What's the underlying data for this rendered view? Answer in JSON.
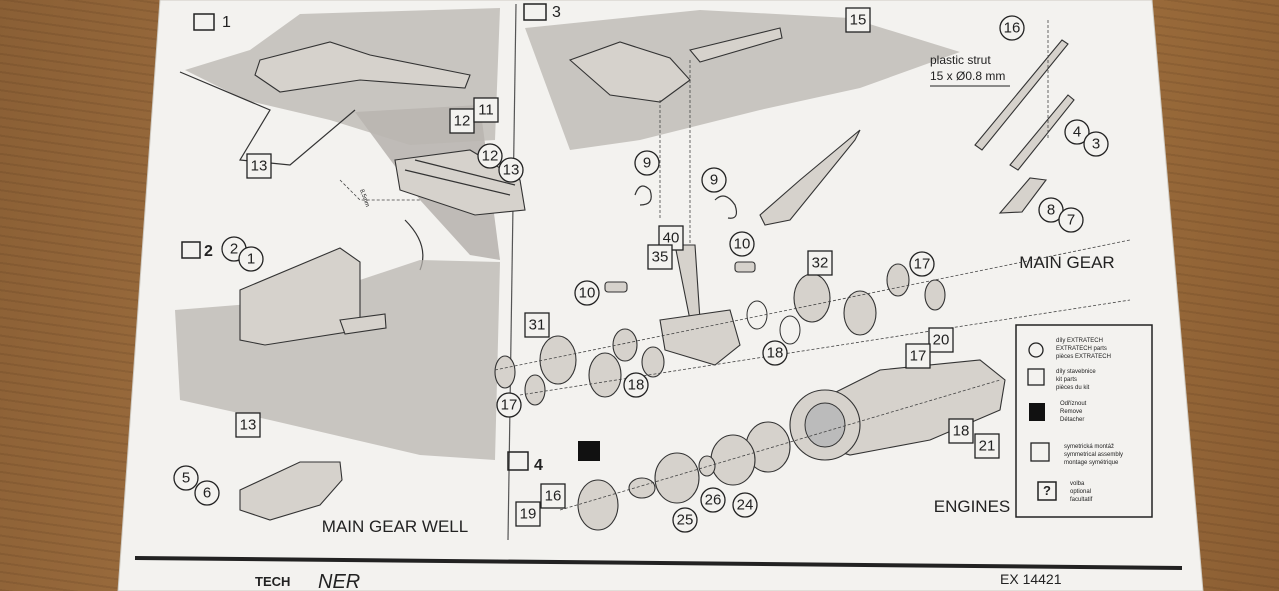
{
  "steps": {
    "s1": "1",
    "s2": "2",
    "s3": "3",
    "s4": "4"
  },
  "labels": {
    "main_gear_well": "MAIN GEAR WELL",
    "main_gear": "MAIN GEAR",
    "engines": "ENGINES",
    "strut_title": "plastic strut",
    "strut_dims": "15 x Ø0.8 mm",
    "dim_85": "8,5mm"
  },
  "parts": {
    "p1": "1",
    "p2": "2",
    "p3": "3",
    "p4": "4",
    "p5": "5",
    "p6": "6",
    "p7": "7",
    "p8": "8",
    "p9": "9",
    "p10": "10",
    "p11": "11",
    "p12": "12",
    "p13": "13",
    "p15": "15",
    "p16": "16",
    "p17": "17",
    "p18": "18",
    "p19": "19",
    "p20": "20",
    "p21": "21",
    "p24": "24",
    "p25": "25",
    "p26": "26",
    "p31": "31",
    "p32": "32",
    "p35": "35",
    "p40": "40"
  },
  "legend": {
    "extratech": [
      "díly EXTRATECH",
      "EXTRATECH parts",
      "pièces EXTRATECH"
    ],
    "kit": [
      "díly stavebnice",
      "kit parts",
      "pièces du kit"
    ],
    "remove": [
      "Odříznout",
      "Remove",
      "Détacher"
    ],
    "symmetric": [
      "symetrická montáž",
      "symmetrical assembly",
      "montage symétrique"
    ],
    "optional": [
      "volba",
      "optional",
      "facultatif"
    ]
  },
  "footer": {
    "code": "EX 14421",
    "brand": "TECH",
    "script": "NER"
  }
}
